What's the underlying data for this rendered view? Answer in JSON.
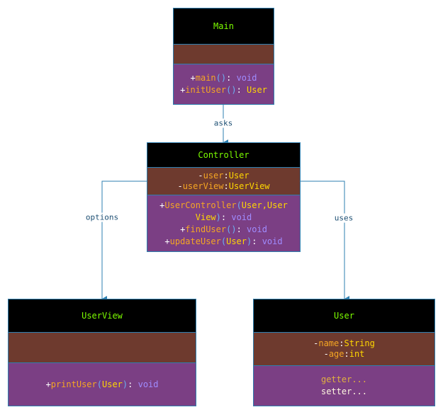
{
  "classes": {
    "main": {
      "name": "Main",
      "ops": [
        {
          "vis": "+",
          "name": "main",
          "paren_open": "(",
          "paren_close": ")",
          "sep": ":",
          "ret": " void"
        },
        {
          "vis": "+",
          "name": "initUser",
          "paren_open": "(",
          "paren_close": ")",
          "sep": ":",
          "ret": " User"
        }
      ]
    },
    "controller": {
      "name": "Controller",
      "attrs": [
        {
          "vis": "-",
          "name": "user",
          "sep": ":",
          "type": "User"
        },
        {
          "vis": "-",
          "name": "userView",
          "sep": ":",
          "type": "UserView"
        }
      ],
      "ops": {
        "op1_line1": {
          "vis": "+",
          "name": "UserController",
          "paren_open": "(",
          "param": "User,User"
        },
        "op1_line2": {
          "param": "View",
          "paren_close": ")",
          "sep": ":",
          "ret": " void"
        },
        "op2": {
          "vis": "+",
          "name": "findUser",
          "paren_open": "(",
          "paren_close": ")",
          "sep": ":",
          "ret": " void"
        },
        "op3": {
          "vis": "+",
          "name": "updateUser",
          "paren_open": "(",
          "param": "User",
          "paren_close": ")",
          "sep": ":",
          "ret": " void"
        }
      }
    },
    "userview": {
      "name": "UserView",
      "ops": [
        {
          "vis": "+",
          "name": "printUser",
          "paren_open": "(",
          "param": "User",
          "paren_close": ")",
          "sep": ":",
          "ret": " void"
        }
      ]
    },
    "user": {
      "name": "User",
      "attrs": [
        {
          "vis": "-",
          "name": "name",
          "sep": ":",
          "type": "String"
        },
        {
          "vis": "-",
          "name": "age",
          "sep": ":",
          "type": "int"
        }
      ],
      "ops": {
        "getter": "getter...",
        "setter": "setter..."
      }
    }
  },
  "edges": {
    "asks": "asks",
    "options": "options",
    "uses": "uses"
  },
  "colors": {
    "header_bg": "#000000",
    "header_text": "#7cfc00",
    "attr_bg": "#6e3a2e",
    "op_bg": "#7b3f84",
    "border": "#2e7fb0",
    "edge": "#2e7fb0"
  }
}
